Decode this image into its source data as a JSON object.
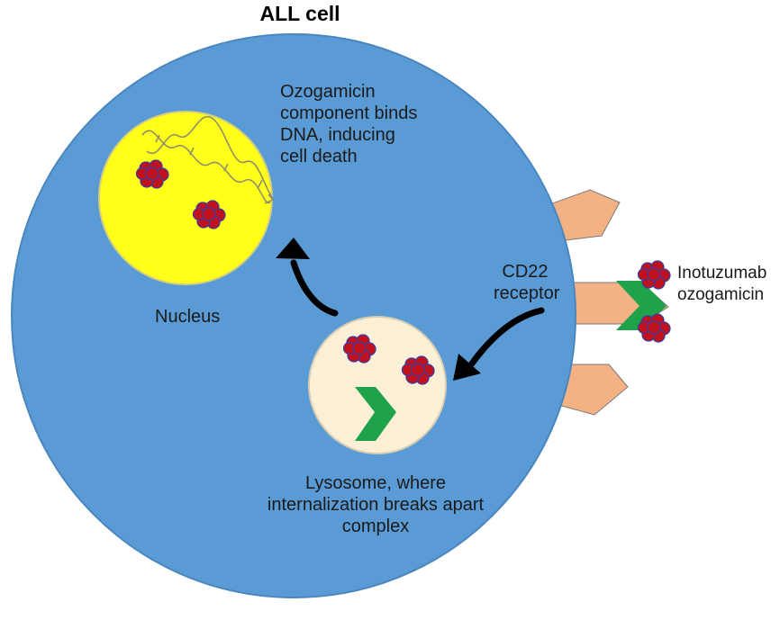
{
  "title": "ALL cell",
  "labels": {
    "ozogamicin": [
      "Ozogamicin",
      "component binds",
      "DNA, inducing",
      "cell death"
    ],
    "nucleus": "Nucleus",
    "receptor": [
      "CD22",
      "receptor"
    ],
    "drug": [
      "Inotuzumab",
      "ozogamicin"
    ],
    "lysosome": [
      "Lysosome, where",
      "internalization breaks apart",
      "complex"
    ]
  },
  "colors": {
    "cell": "#5b9bd5",
    "cell_stroke": "#4a86be",
    "nucleus": "#ffff1a",
    "lysosome": "#fbefd6",
    "receptor": "#f4b183",
    "antibody": "#1fa34a",
    "payload": "#c0121d",
    "arrow": "#000000"
  }
}
